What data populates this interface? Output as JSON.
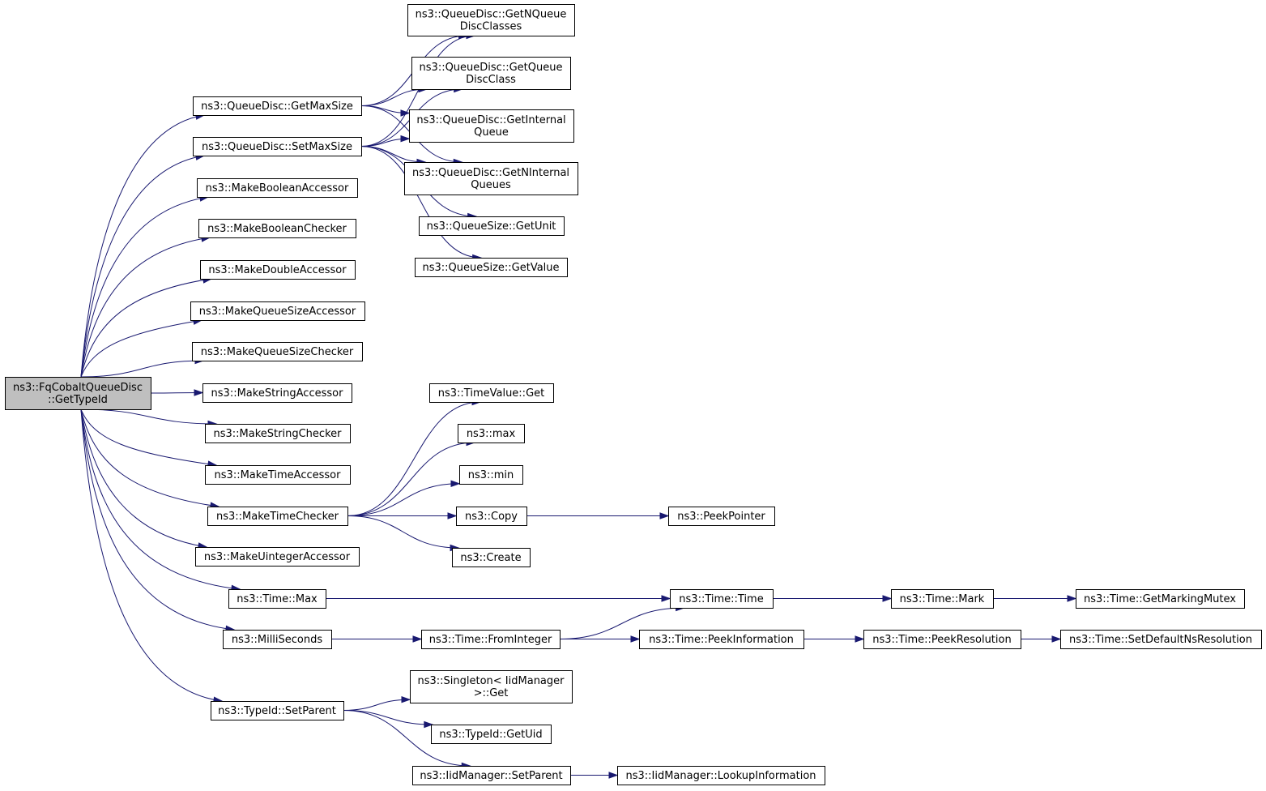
{
  "colors": {
    "edge": "#191970",
    "root_fill": "#bfbfbf",
    "node_fill": "#ffffff",
    "border": "#000000"
  },
  "nodes": [
    {
      "id": "root",
      "lines": [
        "ns3::FqCobaltQueueDisc",
        "::GetTypeId"
      ],
      "root": true
    },
    {
      "id": "getmaxsize",
      "lines": [
        "ns3::QueueDisc::GetMaxSize"
      ]
    },
    {
      "id": "setmaxsize",
      "lines": [
        "ns3::QueueDisc::SetMaxSize"
      ]
    },
    {
      "id": "mkboolacc",
      "lines": [
        "ns3::MakeBooleanAccessor"
      ]
    },
    {
      "id": "mkboolchk",
      "lines": [
        "ns3::MakeBooleanChecker"
      ]
    },
    {
      "id": "mkdblacc",
      "lines": [
        "ns3::MakeDoubleAccessor"
      ]
    },
    {
      "id": "mkqsacc",
      "lines": [
        "ns3::MakeQueueSizeAccessor"
      ]
    },
    {
      "id": "mkqschk",
      "lines": [
        "ns3::MakeQueueSizeChecker"
      ]
    },
    {
      "id": "mkstracc",
      "lines": [
        "ns3::MakeStringAccessor"
      ]
    },
    {
      "id": "mkstrchk",
      "lines": [
        "ns3::MakeStringChecker"
      ]
    },
    {
      "id": "mktimeacc",
      "lines": [
        "ns3::MakeTimeAccessor"
      ]
    },
    {
      "id": "mktimechk",
      "lines": [
        "ns3::MakeTimeChecker"
      ]
    },
    {
      "id": "mkuintacc",
      "lines": [
        "ns3::MakeUintegerAccessor"
      ]
    },
    {
      "id": "timemax",
      "lines": [
        "ns3::Time::Max"
      ]
    },
    {
      "id": "millis",
      "lines": [
        "ns3::MilliSeconds"
      ]
    },
    {
      "id": "setparent",
      "lines": [
        "ns3::TypeId::SetParent"
      ]
    },
    {
      "id": "getnqdc",
      "lines": [
        "ns3::QueueDisc::GetNQueue",
        "DiscClasses"
      ]
    },
    {
      "id": "getqdc",
      "lines": [
        "ns3::QueueDisc::GetQueue",
        "DiscClass"
      ]
    },
    {
      "id": "getintq",
      "lines": [
        "ns3::QueueDisc::GetInternal",
        "Queue"
      ]
    },
    {
      "id": "getnintq",
      "lines": [
        "ns3::QueueDisc::GetNInternal",
        "Queues"
      ]
    },
    {
      "id": "qsgetunit",
      "lines": [
        "ns3::QueueSize::GetUnit"
      ]
    },
    {
      "id": "qsgetval",
      "lines": [
        "ns3::QueueSize::GetValue"
      ]
    },
    {
      "id": "tvget",
      "lines": [
        "ns3::TimeValue::Get"
      ]
    },
    {
      "id": "max",
      "lines": [
        "ns3::max"
      ]
    },
    {
      "id": "min",
      "lines": [
        "ns3::min"
      ]
    },
    {
      "id": "copy",
      "lines": [
        "ns3::Copy"
      ]
    },
    {
      "id": "create",
      "lines": [
        "ns3::Create"
      ]
    },
    {
      "id": "peekptr",
      "lines": [
        "ns3::PeekPointer"
      ]
    },
    {
      "id": "timetime",
      "lines": [
        "ns3::Time::Time"
      ]
    },
    {
      "id": "fromint",
      "lines": [
        "ns3::Time::FromInteger"
      ]
    },
    {
      "id": "peekinfo",
      "lines": [
        "ns3::Time::PeekInformation"
      ]
    },
    {
      "id": "mark",
      "lines": [
        "ns3::Time::Mark"
      ]
    },
    {
      "id": "peekres",
      "lines": [
        "ns3::Time::PeekResolution"
      ]
    },
    {
      "id": "getmarkmutex",
      "lines": [
        "ns3::Time::GetMarkingMutex"
      ]
    },
    {
      "id": "setdefres",
      "lines": [
        "ns3::Time::SetDefaultNsResolution"
      ]
    },
    {
      "id": "singleton",
      "lines": [
        "ns3::Singleton< IidManager",
        ">::Get"
      ]
    },
    {
      "id": "getuid",
      "lines": [
        "ns3::TypeId::GetUid"
      ]
    },
    {
      "id": "iidsetparent",
      "lines": [
        "ns3::IidManager::SetParent"
      ]
    },
    {
      "id": "lookupinfo",
      "lines": [
        "ns3::IidManager::LookupInformation"
      ]
    }
  ],
  "edges": [
    [
      "root",
      "getmaxsize"
    ],
    [
      "root",
      "setmaxsize"
    ],
    [
      "root",
      "mkboolacc"
    ],
    [
      "root",
      "mkboolchk"
    ],
    [
      "root",
      "mkdblacc"
    ],
    [
      "root",
      "mkqsacc"
    ],
    [
      "root",
      "mkqschk"
    ],
    [
      "root",
      "mkstracc"
    ],
    [
      "root",
      "mkstrchk"
    ],
    [
      "root",
      "mktimeacc"
    ],
    [
      "root",
      "mktimechk"
    ],
    [
      "root",
      "mkuintacc"
    ],
    [
      "root",
      "timemax"
    ],
    [
      "root",
      "millis"
    ],
    [
      "root",
      "setparent"
    ],
    [
      "getmaxsize",
      "getnqdc"
    ],
    [
      "getmaxsize",
      "getqdc"
    ],
    [
      "getmaxsize",
      "getintq"
    ],
    [
      "getmaxsize",
      "getnintq"
    ],
    [
      "setmaxsize",
      "getnqdc"
    ],
    [
      "setmaxsize",
      "getqdc"
    ],
    [
      "setmaxsize",
      "getintq"
    ],
    [
      "setmaxsize",
      "getnintq"
    ],
    [
      "setmaxsize",
      "qsgetunit"
    ],
    [
      "setmaxsize",
      "qsgetval"
    ],
    [
      "mktimechk",
      "tvget"
    ],
    [
      "mktimechk",
      "max"
    ],
    [
      "mktimechk",
      "min"
    ],
    [
      "mktimechk",
      "copy"
    ],
    [
      "mktimechk",
      "create"
    ],
    [
      "copy",
      "peekptr"
    ],
    [
      "timemax",
      "timetime"
    ],
    [
      "millis",
      "fromint"
    ],
    [
      "fromint",
      "timetime"
    ],
    [
      "fromint",
      "peekinfo"
    ],
    [
      "timetime",
      "mark"
    ],
    [
      "mark",
      "getmarkmutex"
    ],
    [
      "peekinfo",
      "peekres"
    ],
    [
      "peekres",
      "setdefres"
    ],
    [
      "setparent",
      "singleton"
    ],
    [
      "setparent",
      "getuid"
    ],
    [
      "setparent",
      "iidsetparent"
    ],
    [
      "iidsetparent",
      "lookupinfo"
    ]
  ]
}
